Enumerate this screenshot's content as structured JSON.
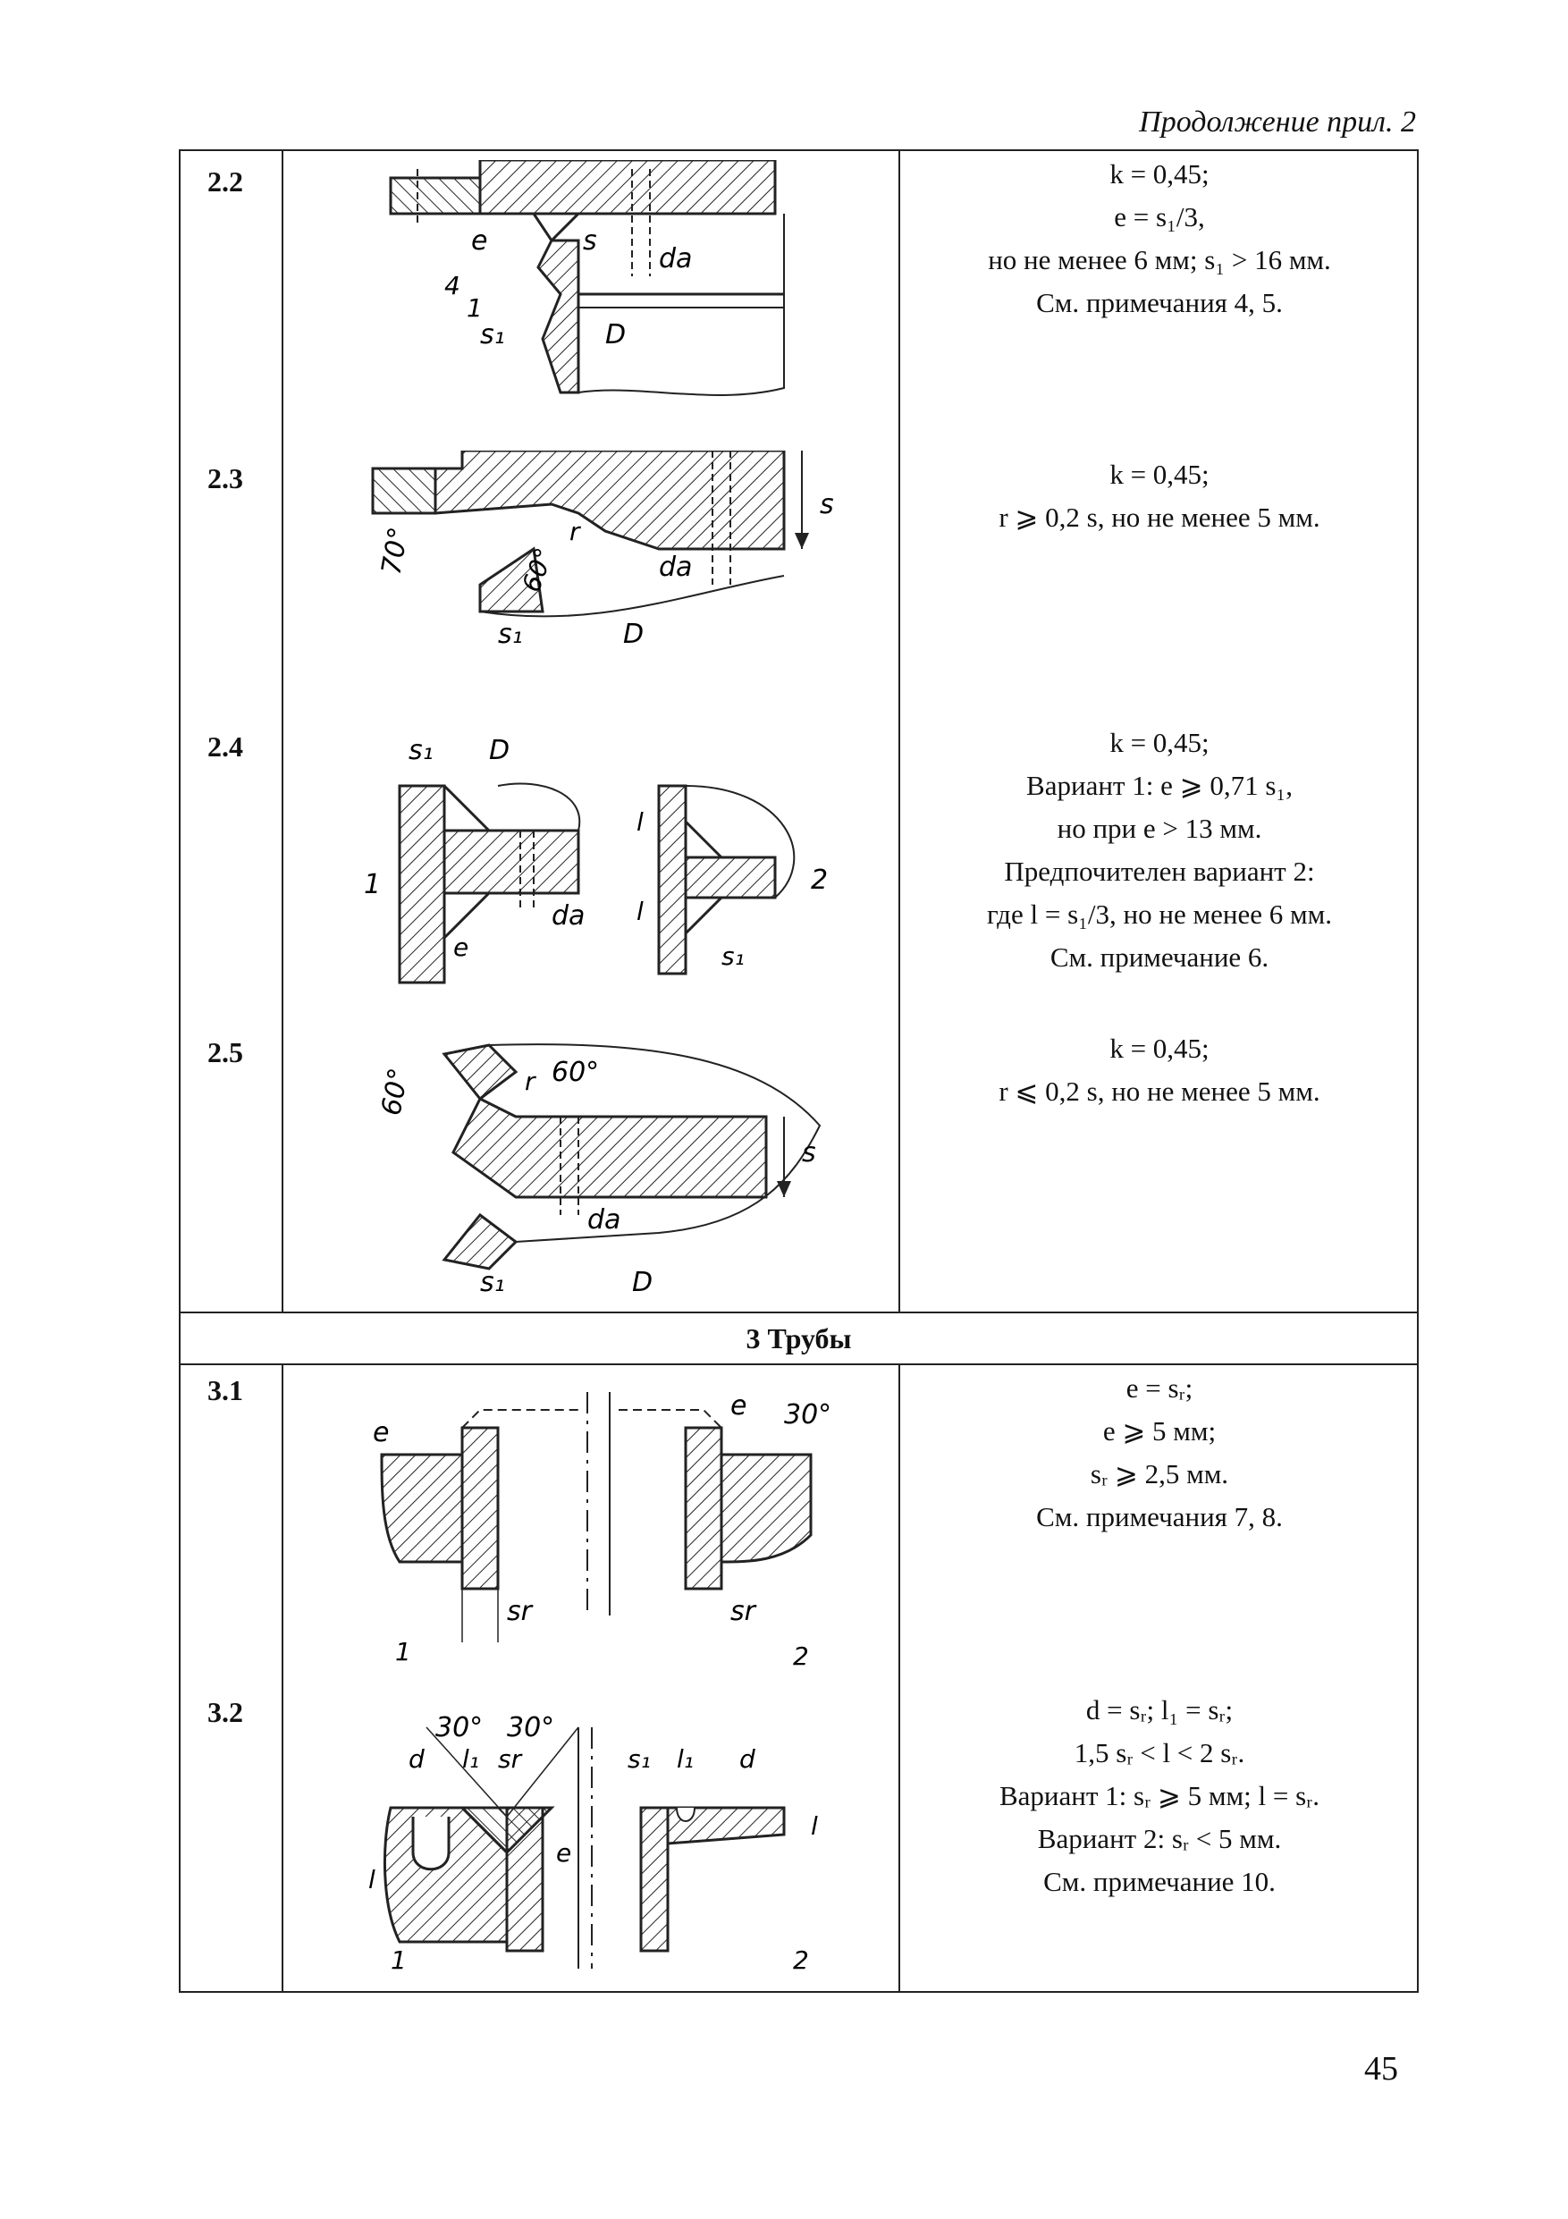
{
  "running_head": "Продолжение прил. 2",
  "page_number": "45",
  "section_2": {
    "rows": [
      {
        "num": "2.2",
        "lines": [
          "k = 0,45;",
          "e = s₁/3,",
          "но не менее 6 мм; s₁ > 16 мм.",
          "См. примечания 4, 5."
        ],
        "fig_labels": {
          "e": "e",
          "s": "s",
          "n4": "4",
          "n1": "1",
          "s1": "s₁",
          "D": "D",
          "da": "da"
        }
      },
      {
        "num": "2.3",
        "lines": [
          "k = 0,45;",
          "r ⩾ 0,2 s, но не менее 5 мм."
        ],
        "fig_labels": {
          "a70": "70°",
          "a60": "60°",
          "r": "r",
          "s": "s",
          "s1": "s₁",
          "D": "D",
          "da": "da"
        }
      },
      {
        "num": "2.4",
        "lines": [
          "k = 0,45;",
          "Вариант 1: e ⩾ 0,71 s₁,",
          "но при e > 13 мм.",
          "Предпочителен вариант 2:",
          "где l = s₁/3, но не менее 6 мм.",
          "См. примечание 6."
        ],
        "fig_labels": {
          "s1": "s₁",
          "D": "D",
          "n1": "1",
          "n2": "2",
          "l": "l",
          "da": "da",
          "e": "e"
        }
      },
      {
        "num": "2.5",
        "lines": [
          "k = 0,45;",
          "r ⩽ 0,2 s, но не менее 5 мм."
        ],
        "fig_labels": {
          "a60a": "60°",
          "a60b": "60°",
          "r": "r",
          "s": "s",
          "s1": "s₁",
          "D": "D",
          "da": "da"
        }
      }
    ]
  },
  "section_3": {
    "title": "3 Трубы",
    "rows": [
      {
        "num": "3.1",
        "lines": [
          "e = sᵣ;",
          "e ⩾ 5 мм;",
          "sᵣ ⩾ 2,5 мм.",
          "См. примечания 7, 8."
        ],
        "fig_labels": {
          "e": "e",
          "a30": "30°",
          "sr": "sr",
          "n1": "1",
          "n2": "2"
        }
      },
      {
        "num": "3.2",
        "lines": [
          "d = sᵣ; l₁ = sᵣ;",
          "1,5 sᵣ < l < 2 sᵣ.",
          "Вариант 1: sᵣ ⩾ 5 мм; l = sᵣ.",
          "Вариант 2: sᵣ < 5 мм.",
          "См. примечание 10."
        ],
        "fig_labels": {
          "a30a": "30°",
          "a30b": "30°",
          "d": "d",
          "l1": "l₁",
          "sr": "sr",
          "l": "l",
          "e": "e",
          "s1": "s₁",
          "n1": "1",
          "n2": "2"
        }
      }
    ]
  }
}
